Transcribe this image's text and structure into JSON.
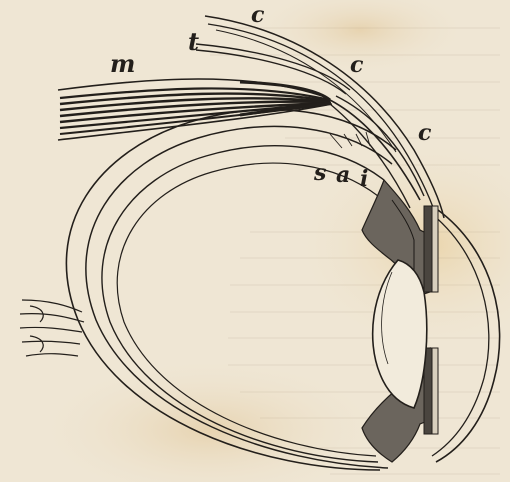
{
  "diagram": {
    "labels": {
      "c_top": "c",
      "c_middle": "c",
      "c_lower": "c",
      "m": "m",
      "t": "t",
      "s": "s",
      "a": "a",
      "i": "i"
    },
    "colors": {
      "paper": "#efe6d4",
      "ink": "#231f1b",
      "stain": "#e2c58f"
    }
  }
}
